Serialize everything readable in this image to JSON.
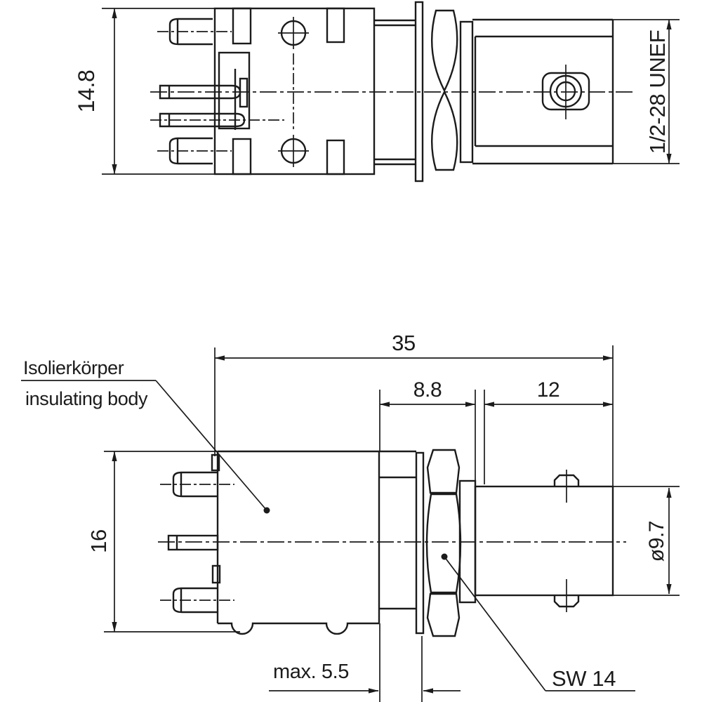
{
  "colors": {
    "line": "#1b1b1b",
    "background": "#ffffff"
  },
  "top_view": {
    "dim_height": "14.8",
    "dim_thread": "1/2-28 UNEF"
  },
  "bottom_view": {
    "label_insulator_de": "Isolierkörper",
    "label_insulator_en": "insulating body",
    "dim_overall_length": "35",
    "dim_bushing_length": "8.8",
    "dim_coupling_length": "12",
    "dim_body_height": "16",
    "dim_coupling_diameter": "ø9.7",
    "dim_panel_thickness": "max. 5.5",
    "label_wrench_size": "SW 14"
  }
}
